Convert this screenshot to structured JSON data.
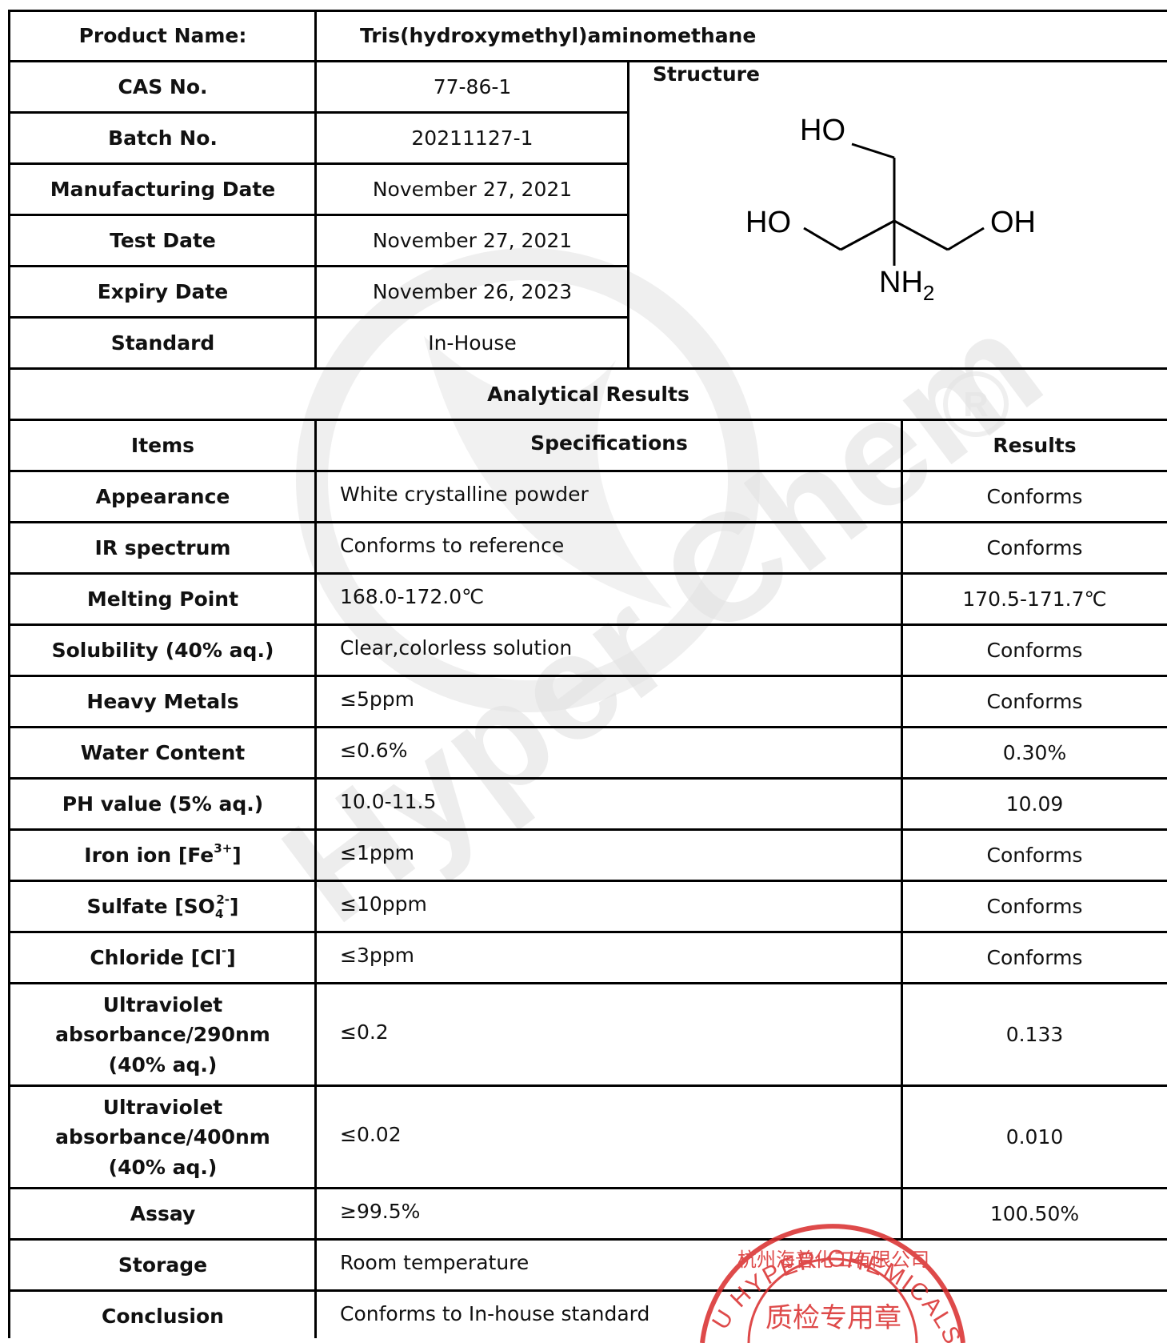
{
  "header": {
    "product_label": "Product Name:",
    "product_value": "Tris(hydroxymethyl)aminomethane",
    "structure_label": "Structure",
    "fields": [
      {
        "label": "CAS No.",
        "value": "77-86-1"
      },
      {
        "label": "Batch No.",
        "value": "20211127-1"
      },
      {
        "label": "Manufacturing Date",
        "value": "November 27, 2021"
      },
      {
        "label": "Test Date",
        "value": "November 27, 2021"
      },
      {
        "label": "Expiry Date",
        "value": "November 26, 2023"
      },
      {
        "label": "Standard",
        "value": "In-House"
      }
    ]
  },
  "structure": {
    "labels": {
      "top": "HO",
      "left": "HO",
      "right": "OH",
      "bottom": "NH",
      "bottom_sub": "2"
    }
  },
  "analytical": {
    "title": "Analytical Results",
    "columns": {
      "items": "Items",
      "specs": "Specifications",
      "results": "Results"
    },
    "rows": [
      {
        "item": "Appearance",
        "spec": "White crystalline powder",
        "result": "Conforms"
      },
      {
        "item": "IR spectrum",
        "spec": "Conforms to reference",
        "result": "Conforms"
      },
      {
        "item": "Melting Point",
        "spec": "168.0-172.0℃",
        "result": "170.5-171.7℃"
      },
      {
        "item": "Solubility (40% aq.)",
        "spec": "Clear,colorless solution",
        "result": "Conforms"
      },
      {
        "item": "Heavy Metals",
        "spec": "≤5ppm",
        "result": "Conforms"
      },
      {
        "item": "Water Content",
        "spec": "≤0.6%",
        "result": "0.30%"
      },
      {
        "item": "PH value (5% aq.)",
        "spec": "10.0-11.5",
        "result": "10.09"
      },
      {
        "item": "Iron ion [Fe",
        "item_sup": "3+",
        "item_tail": "]",
        "spec": "≤1ppm",
        "result": "Conforms"
      },
      {
        "item": "Sulfate [SO",
        "item_sub": "4",
        "item_sup": "2-",
        "item_tail": "]",
        "spec": "≤10ppm",
        "result": "Conforms"
      },
      {
        "item": "Chloride [Cl",
        "item_sup": "-",
        "item_tail": "]",
        "spec": "≤3ppm",
        "result": "Conforms"
      },
      {
        "item_lines": [
          "Ultraviolet",
          "absorbance/290nm",
          "(40% aq.)"
        ],
        "spec": "≤0.2",
        "result": "0.133"
      },
      {
        "item_lines": [
          "Ultraviolet",
          "absorbance/400nm",
          "(40% aq.)"
        ],
        "spec": "≤0.02",
        "result": "0.010"
      },
      {
        "item": "Assay",
        "spec": "≥99.5%",
        "result": "100.50%"
      }
    ],
    "footer_rows": [
      {
        "item": "Storage",
        "value": "Room temperature"
      },
      {
        "item": "Conclusion",
        "value": "Conforms to In-house standard"
      }
    ]
  },
  "watermark": {
    "text": "Hyper Chem"
  },
  "stamp": {
    "outer_text": "HANGZHOU HYPER CHEMICALS LIMITED",
    "inner_text": "杭州海普化工有限公司",
    "center_text": "质检专用章"
  },
  "colors": {
    "stamp_red": "#d92b2b",
    "watermark_gray": "#e6e6e6",
    "border": "#000000"
  }
}
